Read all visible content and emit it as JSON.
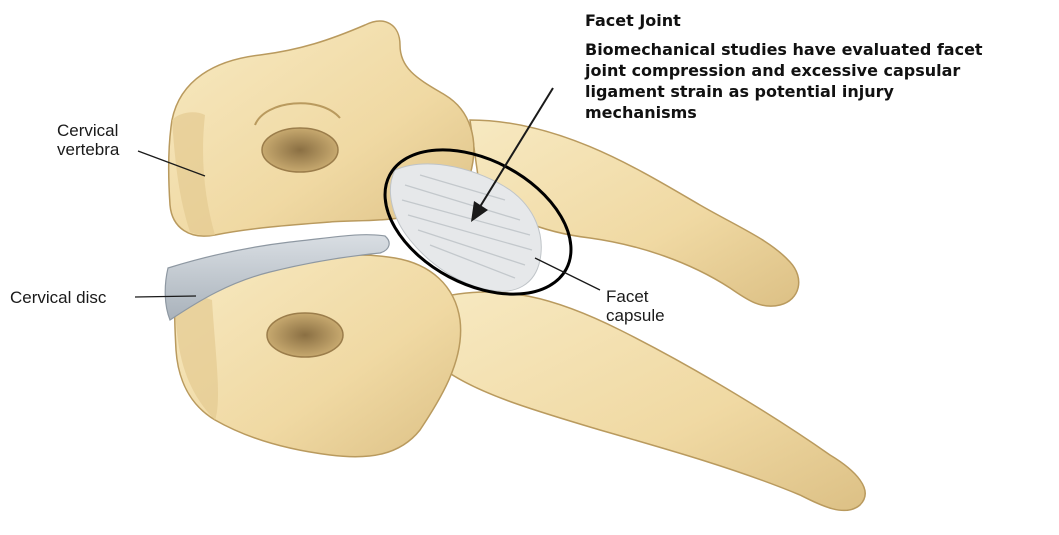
{
  "caption": {
    "title": "Facet Joint",
    "body_lines": [
      "Biomechanical studies have evaluated facet",
      "joint compression and excessive capsular",
      "ligament strain as potential injury",
      "mechanisms"
    ]
  },
  "labels": {
    "vertebra": [
      "Cervical",
      "vertebra"
    ],
    "disc": [
      "Cervical disc"
    ],
    "capsule": [
      "Facet",
      "capsule"
    ]
  },
  "colors": {
    "bone": "#f2dfad",
    "bone_shadow": "#d9bf83",
    "bone_dark": "#b99a5e",
    "disc": "#c8cfd6",
    "capsule": "#e4e6e8",
    "ellipse_stroke": "#000000",
    "text": "#1a1a1a"
  }
}
